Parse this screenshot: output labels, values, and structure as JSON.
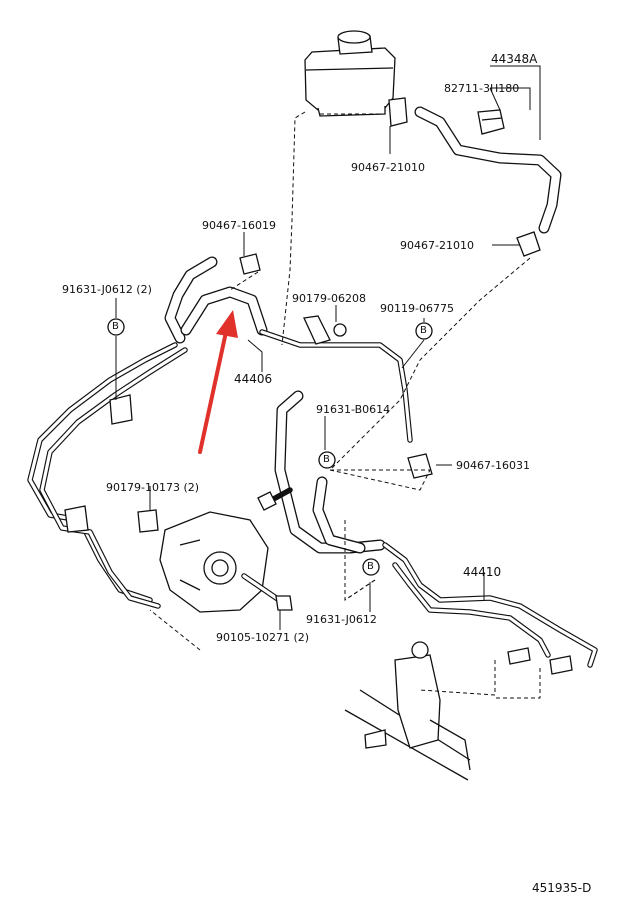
{
  "diagram": {
    "footer_code": "451935-D",
    "arrow_color": "#e0312b",
    "labels": {
      "p44348A": "44348A",
      "p82711": "82711-3H180",
      "p90467_21010_a": "90467-21010",
      "p90467_16019": "90467-16019",
      "p90467_21010_b": "90467-21010",
      "p91631_J0612_2": "91631-J0612 (2)",
      "p90179_06208": "90179-06208",
      "p90119_06775": "90119-06775",
      "p44406": "44406",
      "p91631_B0614": "91631-B0614",
      "p90467_16031": "90467-16031",
      "p90179_10173": "90179-10173 (2)",
      "p44410": "44410",
      "p91631_J0612": "91631-J0612",
      "p90105_10271": "90105-10271 (2)"
    },
    "clip_symbol": "B"
  }
}
